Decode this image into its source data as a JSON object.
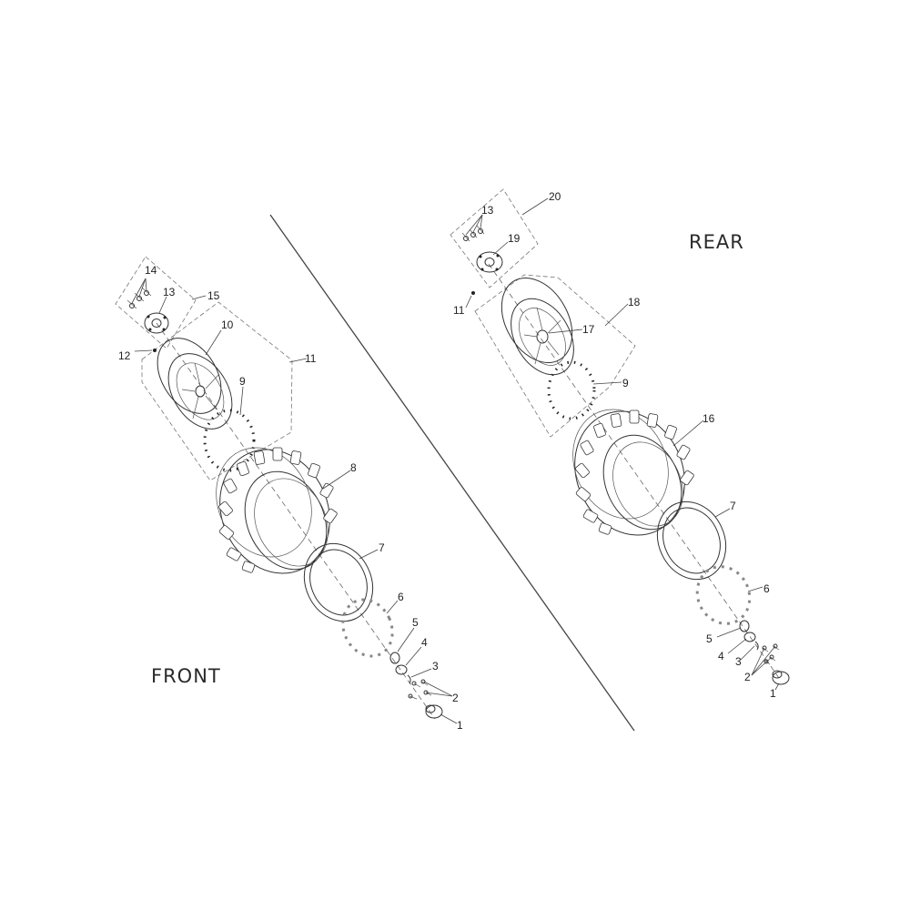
{
  "sections": {
    "front": {
      "title": "FRONT",
      "callouts": {
        "c1": "1",
        "c2": "2",
        "c3": "3",
        "c4": "4",
        "c5": "5",
        "c6": "6",
        "c7": "7",
        "c8": "8",
        "c9": "9",
        "c10": "10",
        "c11": "11",
        "c12": "12",
        "c13": "13",
        "c14": "14",
        "c15": "15"
      }
    },
    "rear": {
      "title": "REAR",
      "callouts": {
        "c1": "1",
        "c2": "2",
        "c3": "3",
        "c4": "4",
        "c5": "5",
        "c6": "6",
        "c7": "7",
        "c9": "9",
        "c11": "11",
        "c13": "13",
        "c16": "16",
        "c17": "17",
        "c18": "18",
        "c19": "19",
        "c20": "20"
      }
    }
  }
}
